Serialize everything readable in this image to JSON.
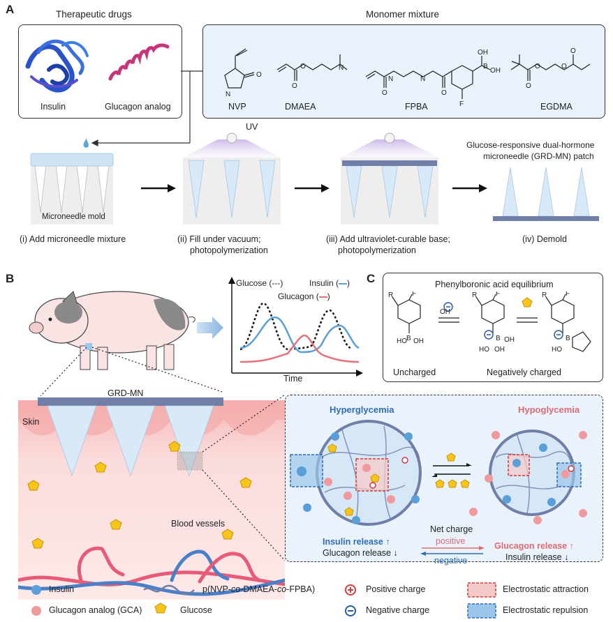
{
  "panel_a": {
    "letter": "A",
    "drugs_title": "Therapeutic drugs",
    "monomer_title": "Monomer mixture",
    "insulin_label": "Insulin",
    "glucagon_analog_label": "Glucagon analog",
    "monomers": [
      "NVP",
      "DMAEA",
      "FPBA",
      "EGDMA"
    ],
    "uv_label": "UV",
    "mold_label": "Microneedle mold",
    "patch_title_line1": "Glucose-responsive dual-hormone",
    "patch_title_line2": "microneedle (GRD-MN) patch",
    "steps": [
      {
        "line1": "(i) Add microneedle mixture",
        "line2": ""
      },
      {
        "line1": "(ii) Fill under vacuum;",
        "line2": "photopolymerization"
      },
      {
        "line1": "(iii) Add ultraviolet-curable base;",
        "line2": "photopolymerization"
      },
      {
        "line1": "(iv) Demold",
        "line2": ""
      }
    ]
  },
  "panel_b": {
    "letter": "B",
    "plot_glucose": "Glucose (---)",
    "plot_insulin": "Insulin (",
    "plot_glucagon": "Glucagon (",
    "plot_close": ")",
    "plot_time": "Time",
    "grdmn_label": "GRD-MN",
    "skin_label": "Skin",
    "blood_vessels_label": "Blood vessels",
    "hyper_title": "Hyperglycemia",
    "hypo_title": "Hypoglycemia",
    "insulin_release": "Insulin release ↑",
    "glucagon_release_low": "Glucagon release ↓",
    "glucagon_release": "Glucagon release ↑",
    "insulin_release_low": "Insulin release ↓",
    "net_charge": "Net charge",
    "positive": "positive",
    "negative": "negative"
  },
  "panel_c": {
    "letter": "C",
    "title": "Phenylboronic acid equilibrium",
    "uncharged": "Uncharged",
    "negatively_charged": "Negatively charged"
  },
  "legend": {
    "insulin": "Insulin",
    "gca": "Glucagon analog (GCA)",
    "polymer_prefix": "p(NVP-",
    "polymer_co": "co",
    "polymer_mid": "-DMAEA-",
    "polymer_end": "-FPBA)",
    "glucose": "Glucose",
    "positive_charge": "Positive charge",
    "negative_charge": "Negative charge",
    "attraction": "Electrostatic attraction",
    "repulsion": "Electrostatic repulsion"
  },
  "colors": {
    "insulin_blue": "#4a8fd0",
    "glucagon_red": "#e8707a",
    "glucose_yellow": "#f7c51a",
    "panel_blue_bg": "#e9f2fb",
    "skin_pink": "#f7cfcf",
    "needle_blue": "#cfe3f4",
    "base_gray": "#6f7fa8"
  }
}
